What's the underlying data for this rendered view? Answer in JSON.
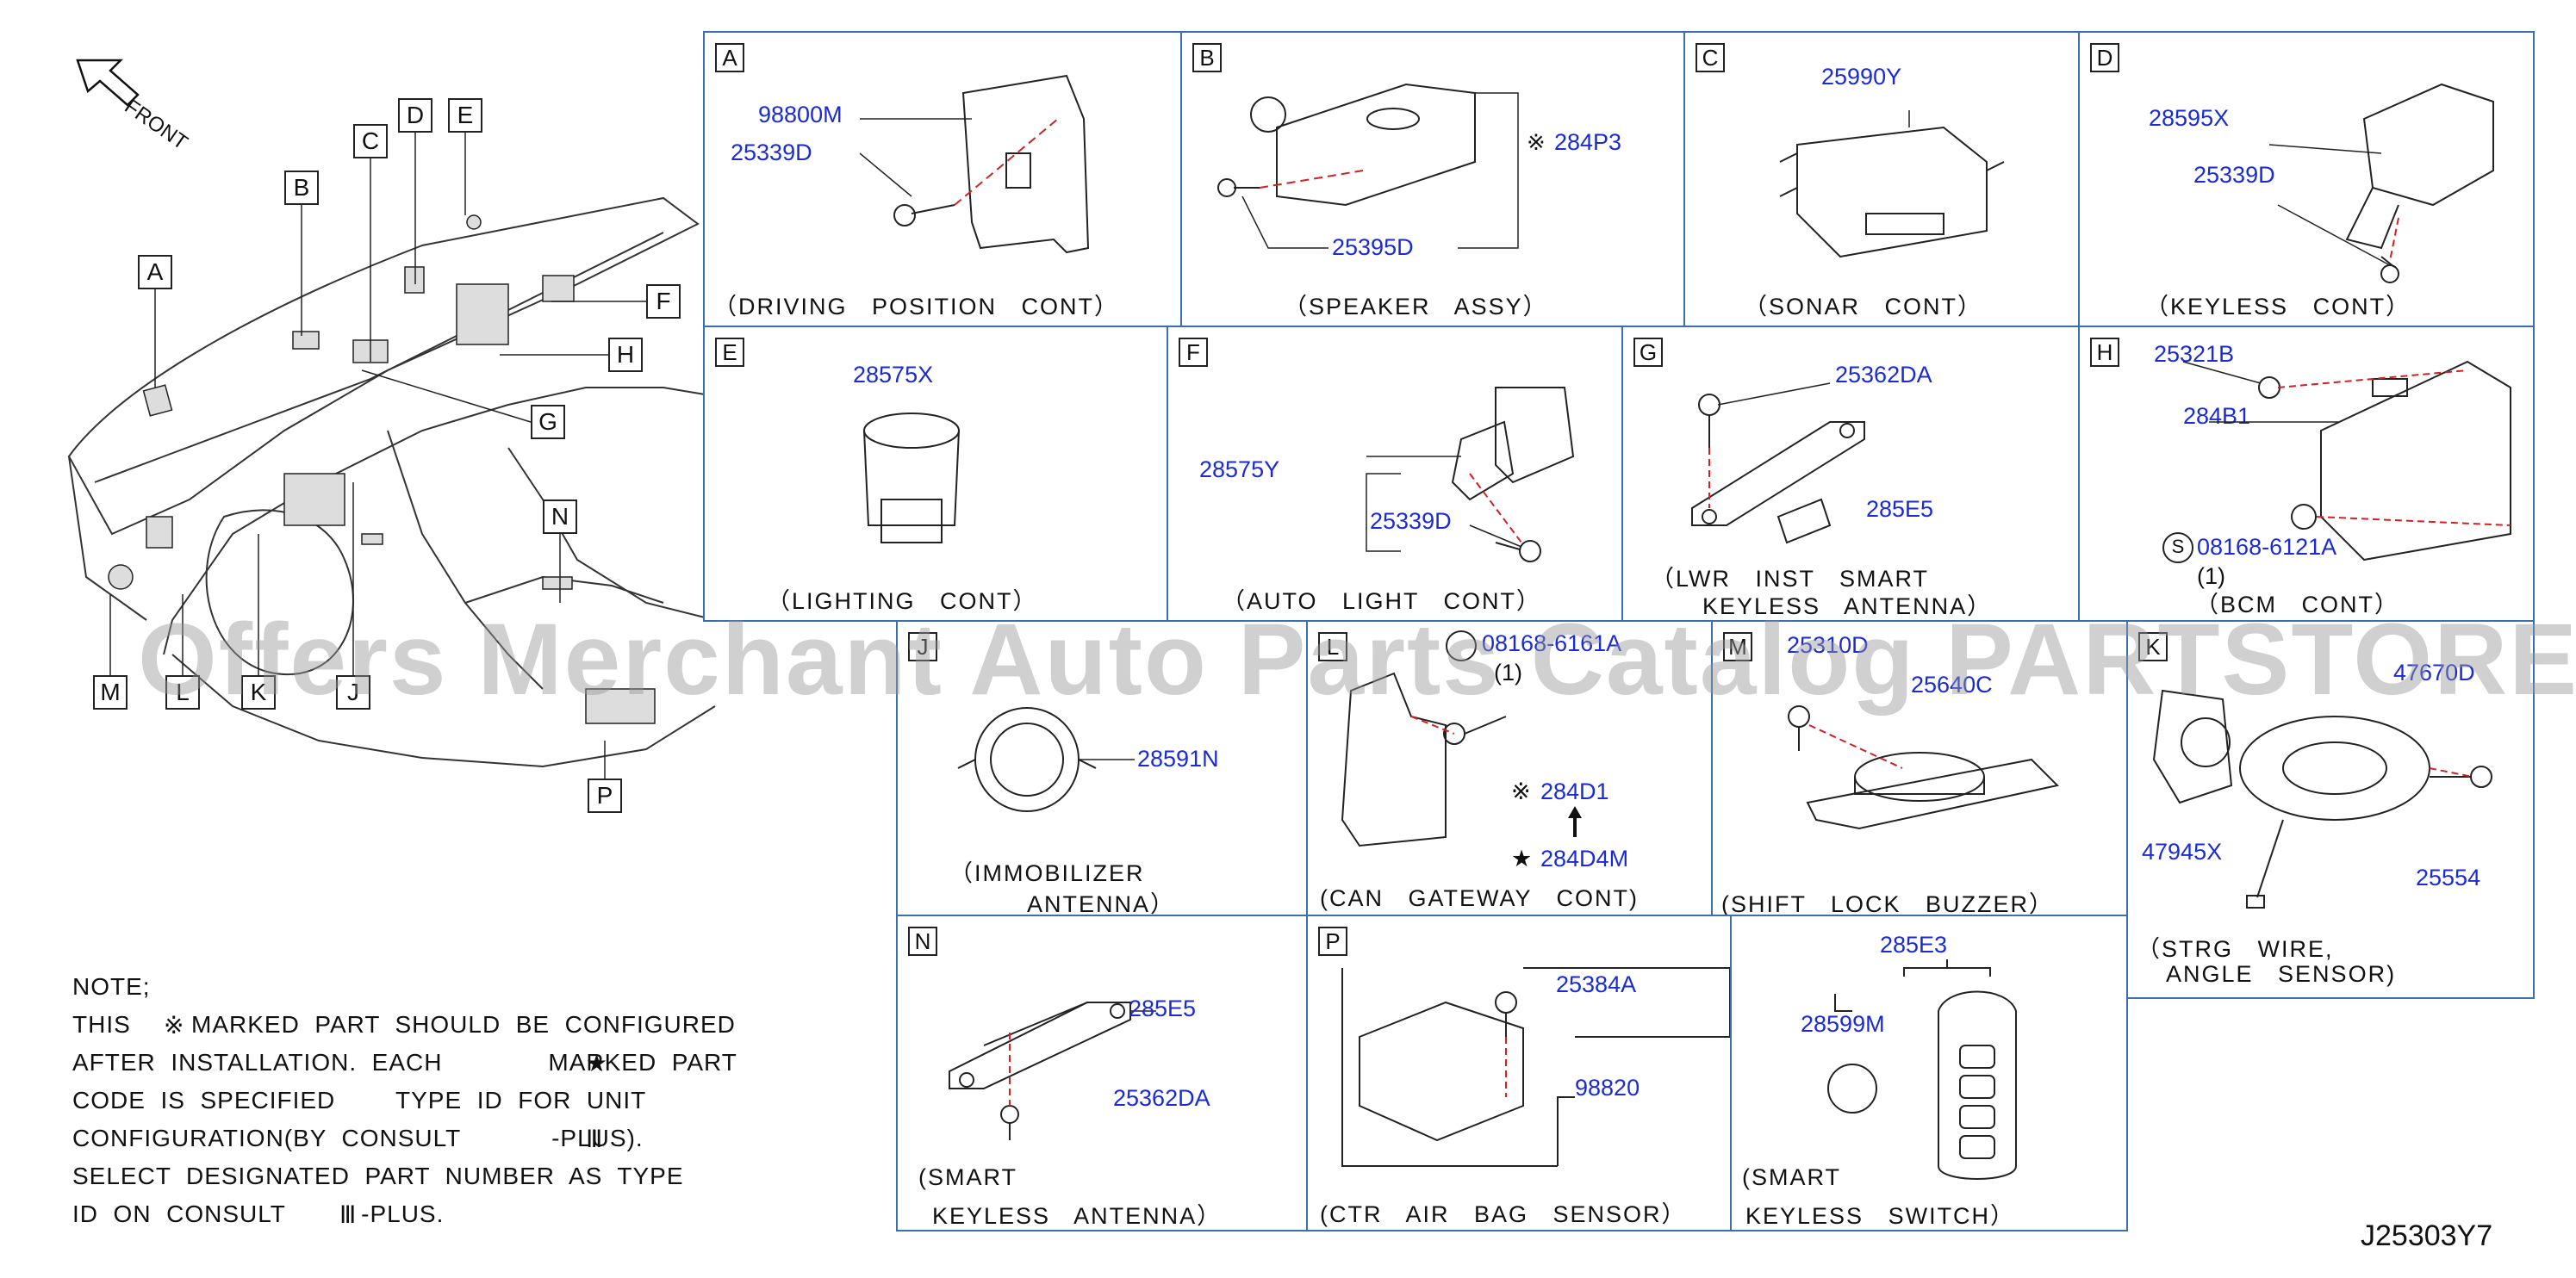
{
  "front_label": "FRONT",
  "overview_callouts": [
    "A",
    "B",
    "C",
    "D",
    "E",
    "F",
    "G",
    "H",
    "J",
    "K",
    "L",
    "M",
    "N",
    "P"
  ],
  "cells": [
    {
      "letter": "A",
      "caption": "（DRIVING   POSITION   CONT）",
      "parts": [
        "98800M",
        "25339D"
      ]
    },
    {
      "letter": "B",
      "caption": "（SPEAKER   ASSY）",
      "parts": [
        "284P3",
        "25395D"
      ],
      "parts_marker": "※"
    },
    {
      "letter": "C",
      "caption": "（SONAR   CONT）",
      "parts": [
        "25990Y"
      ]
    },
    {
      "letter": "D",
      "caption": "（KEYLESS   CONT）",
      "parts": [
        "28595X",
        "25339D"
      ]
    },
    {
      "letter": "E",
      "caption": "（LIGHTING   CONT）",
      "parts": [
        "28575X"
      ]
    },
    {
      "letter": "F",
      "caption": "（AUTO   LIGHT   CONT）",
      "parts": [
        "28575Y",
        "25339D"
      ]
    },
    {
      "letter": "G",
      "caption_line1": "（LWR   INST   SMART",
      "caption_line2": "KEYLESS   ANTENNA）",
      "parts": [
        "25362DA",
        "285E5"
      ]
    },
    {
      "letter": "H",
      "caption": "（BCM   CONT）",
      "parts": [
        "25321B",
        "284B1",
        "08168-6121A"
      ],
      "s_marker": "S",
      "qty": "(1)"
    },
    {
      "letter": "J",
      "caption_line1": "（IMMOBILIZER",
      "caption_line2": "ANTENNA）",
      "parts": [
        "28591N"
      ]
    },
    {
      "letter": "L",
      "caption": "(CAN   GATEWAY   CONT)",
      "parts": [
        "08168-6161A",
        "284D1",
        "284D4M"
      ],
      "qty": "(1)",
      "star": "★",
      "asterisk": "※"
    },
    {
      "letter": "M",
      "caption": "(SHIFT   LOCK   BUZZER）",
      "parts": [
        "25310D",
        "25640C"
      ]
    },
    {
      "letter": "K",
      "caption_line1": "（STRG   WIRE,",
      "caption_line2": "ANGLE   SENSOR)",
      "parts": [
        "47670D",
        "47945X",
        "25554"
      ]
    },
    {
      "letter": "N",
      "caption_line1": "(SMART",
      "caption_line2": "KEYLESS   ANTENNA）",
      "parts": [
        "285E5",
        "25362DA"
      ]
    },
    {
      "letter": "P",
      "caption": "(CTR   AIR   BAG   SENSOR）",
      "parts": [
        "25384A",
        "98820"
      ]
    },
    {
      "letter": "",
      "caption_line1": "(SMART",
      "caption_line2": "KEYLESS   SWITCH）",
      "parts": [
        "285E3",
        "28599M"
      ]
    }
  ],
  "note": {
    "lines": [
      "NOTE;",
      "THIS        MARKED  PART  SHOULD  BE  CONFIGURED",
      "AFTER  INSTALLATION.  EACH              MARKED  PART",
      "CODE  IS  SPECIFIED        TYPE  ID  FOR  UNIT",
      "CONFIGURATION(BY  CONSULT            -PLUS).",
      "SELECT  DESIGNATED  PART  NUMBER  AS  TYPE",
      "ID  ON  CONSULT          -PLUS."
    ],
    "asterisk_symbol": "※",
    "star_symbol": "★",
    "consult_symbol": "Ⅲ"
  },
  "watermark": "Offers Merchant Auto Parts Catalog PARTSTORE.SA",
  "reference": "J25303Y7",
  "colors": {
    "border": "#3a6fb0",
    "part_number": "#1a2bd6",
    "line_red": "#d42020"
  }
}
